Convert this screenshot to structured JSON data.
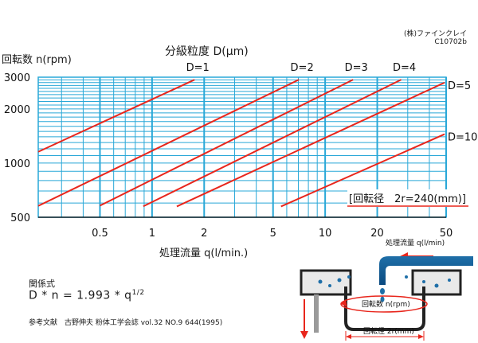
{
  "header": {
    "company": "(株)ファインクレイ",
    "code": "C10702b"
  },
  "formula": {
    "title": "関係式",
    "lhs": "D *  n = 1.993 * q",
    "exponent": "1/2"
  },
  "reference": "参考文献　古野伸夫 粉体工学会誌 vol.32 NO.9 644(1995)",
  "diagram": {
    "flow_label": "処理流量 q(l/min)",
    "speed_label": "回転数 n(rpm)",
    "radius_label": "回転径 2r(mm)"
  },
  "chart_data": {
    "type": "line",
    "title": "分級粒度 D(μm)",
    "ylabel": "回転数 n(rpm)",
    "xlabel": "処理流量 q(l/min.)",
    "xscale": "log",
    "yscale": "log",
    "xlim": [
      0.22,
      50
    ],
    "ylim": [
      500,
      3000
    ],
    "x_ticks": [
      0.5,
      1,
      2,
      5,
      10,
      20,
      50
    ],
    "x_tick_labels": [
      "0.5",
      "1",
      "2",
      "5",
      "10",
      "20",
      "50"
    ],
    "y_ticks": [
      500,
      1000,
      2000,
      3000
    ],
    "y_tick_labels": [
      "500",
      "1000",
      "2000",
      "3000"
    ],
    "grid": true,
    "annotation": "[回転径　2r=240(mm)]",
    "colors": {
      "line": "#e8261c",
      "grid": "#29a8d8",
      "axis": "#000000"
    },
    "series": [
      {
        "name": "D=1",
        "x": [
          0.22,
          1.76
        ],
        "y": [
          1155,
          2905
        ]
      },
      {
        "name": "D=2",
        "x": [
          0.22,
          7.05
        ],
        "y": [
          578,
          2905
        ]
      },
      {
        "name": "D=3",
        "x": [
          0.5,
          14.5
        ],
        "y": [
          580,
          2905
        ]
      },
      {
        "name": "D=4",
        "x": [
          0.89,
          27.5
        ],
        "y": [
          575,
          2905
        ]
      },
      {
        "name": "D=5",
        "x": [
          1.39,
          49.0
        ],
        "y": [
          574,
          2800
        ]
      },
      {
        "name": "D=10",
        "x": [
          5.56,
          49.0
        ],
        "y": [
          574,
          1448
        ]
      }
    ],
    "series_label_positions": [
      "top",
      "top",
      "top",
      "top",
      "right",
      "right"
    ]
  }
}
